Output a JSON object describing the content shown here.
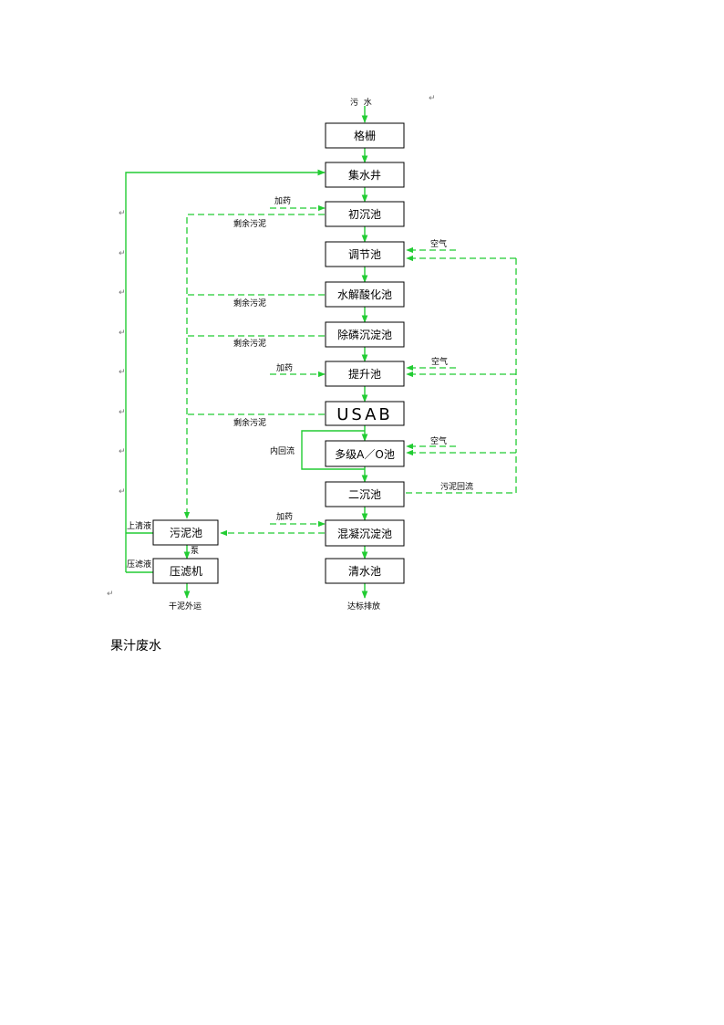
{
  "diagram": {
    "colors": {
      "flow": "#22cc33",
      "box_border": "#000000"
    },
    "source_label": "污  水",
    "boxes": {
      "grille": "格栅",
      "well": "集水井",
      "primary": "初沉池",
      "regulate": "调节池",
      "hydrolysis": "水解酸化池",
      "phosphorus": "除磷沉淀池",
      "lift": "提升池",
      "usab": "USAB",
      "ao": "多级A／O池",
      "secondary": "二沉池",
      "coag": "混凝沉淀池",
      "clear": "清水池",
      "sludge": "污泥池",
      "press": "压滤机"
    },
    "labels": {
      "dosing": "加药",
      "excess_sludge": "剩余污泥",
      "air": "空气",
      "internal_return": "内回流",
      "sludge_return": "污泥回流",
      "supernatant": "上清液",
      "filtrate": "压滤液",
      "pump": "泵",
      "dry_sludge": "干泥外运",
      "discharge": "达标排放"
    },
    "return_mark": "↵"
  },
  "caption": "果汁废水"
}
